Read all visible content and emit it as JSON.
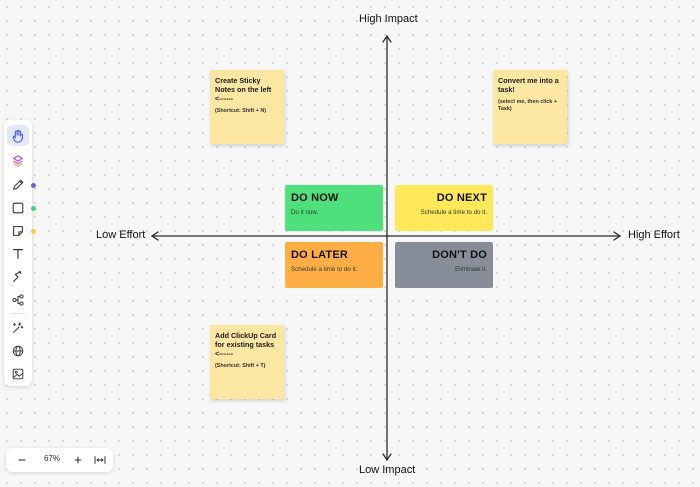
{
  "axes": {
    "top": "High Impact",
    "bottom": "Low Impact",
    "left": "Low Effort",
    "right": "High Effort"
  },
  "quadrants": {
    "do_now": {
      "title": "DO NOW",
      "subtitle": "Do it now.",
      "color": "#4ee07a"
    },
    "do_next": {
      "title": "DO NEXT",
      "subtitle": "Schedule a time to do it.",
      "color": "#ffe85a"
    },
    "do_later": {
      "title": "DO LATER",
      "subtitle": "Schedule a time to do it.",
      "color": "#ffae45"
    },
    "dont_do": {
      "title": "DON'T DO",
      "subtitle": "Eliminate it.",
      "color": "#878d99"
    }
  },
  "stickies": {
    "top_left": {
      "title": "Create Sticky Notes on the left",
      "arrow": "<------",
      "hint": "(Shortcut: Shift + N)"
    },
    "top_right": {
      "title": "Convert me into a task!",
      "hint": "(select me, then click + Task)"
    },
    "bottom_left": {
      "title": "Add ClickUp Card for existing tasks",
      "arrow": "<------",
      "hint": "(Shortcut: Shift + T)"
    }
  },
  "toolbar": {
    "tools": [
      "hand-icon",
      "templates-icon",
      "pen-icon",
      "rectangle-icon",
      "sticky-note-icon",
      "text-icon",
      "connector-icon",
      "mind-map-icon",
      "ai-sparkle-icon",
      "globe-icon",
      "image-icon"
    ],
    "dot_colors": [
      "#6b5cf0",
      "#3fd46f",
      "#ffcf3a"
    ]
  },
  "zoom": {
    "value": "67%",
    "minus": "−",
    "plus": "+"
  },
  "colors": {
    "sticky": "#fbe6a2",
    "axis": "#2b2b2b",
    "active_tool": "#e3e6ff"
  }
}
